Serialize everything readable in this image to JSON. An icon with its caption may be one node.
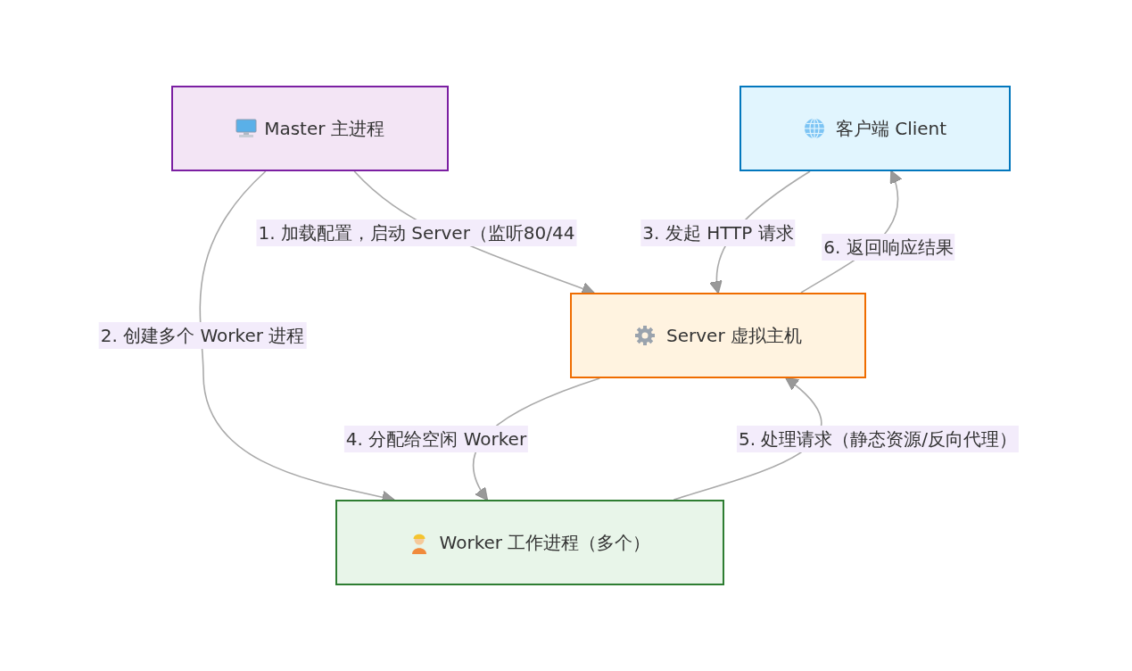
{
  "diagram": {
    "nodes": [
      {
        "text": [
          "Master 主进程"
        ]
      },
      {
        "text": [
          "客户端 Client"
        ]
      },
      {
        "text": [
          "Server 虚拟主机"
        ]
      },
      {
        "text": [
          "Worker 工作进程（多个）"
        ]
      }
    ],
    "edges": [
      {
        "from": 0,
        "to": 2,
        "arrow": "to",
        "label": "1. 加载配置，启动 Server（监听80/44"
      },
      {
        "from": 0,
        "to": 3,
        "arrow": "to",
        "label": "2. 创建多个 Worker 进程"
      },
      {
        "from": 1,
        "to": 2,
        "arrow": "to",
        "label": "3. 发起 HTTP 请求"
      },
      {
        "from": 2,
        "to": 1,
        "arrow": "to",
        "label": "6. 返回响应结果"
      },
      {
        "from": 2,
        "to": 3,
        "arrow": "to",
        "label": "4. 分配给空闲 Worker"
      },
      {
        "from": 3,
        "to": 2,
        "arrow": "to",
        "label": "5. 处理请求（静态资源/反向代理）"
      }
    ]
  }
}
